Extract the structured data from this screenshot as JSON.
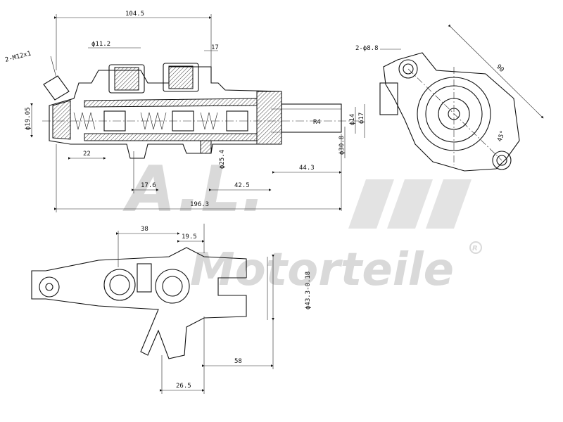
{
  "watermark": {
    "monogram": "A.L.",
    "brand": "Motorteile",
    "registered": "R"
  },
  "dimensions": {
    "overall_top": "104.5",
    "dia_11_2": "ϕ11.2",
    "seventeen": "17",
    "thread": "2-M12x1",
    "dia_19_05": "ϕ19.05",
    "twenty_two": "22",
    "dia_25_4": "ϕ25.4",
    "seventeen_6": "17.6",
    "forty_two_5": "42.5",
    "forty_four_3": "44.3",
    "length_196_3": "196.3",
    "r4": "R4",
    "dia_14": "ϕ14",
    "dia_17": "ϕ17",
    "dia_30_8": "ϕ30.8",
    "holes": "2-ϕ8.8",
    "ninety": "90",
    "angle": "45°",
    "thirty_eight": "38",
    "nineteen_5": "19.5",
    "dia_43_3": "ϕ43.3-0.18",
    "fifty_eight": "58",
    "twenty_six_5": "26.5"
  }
}
